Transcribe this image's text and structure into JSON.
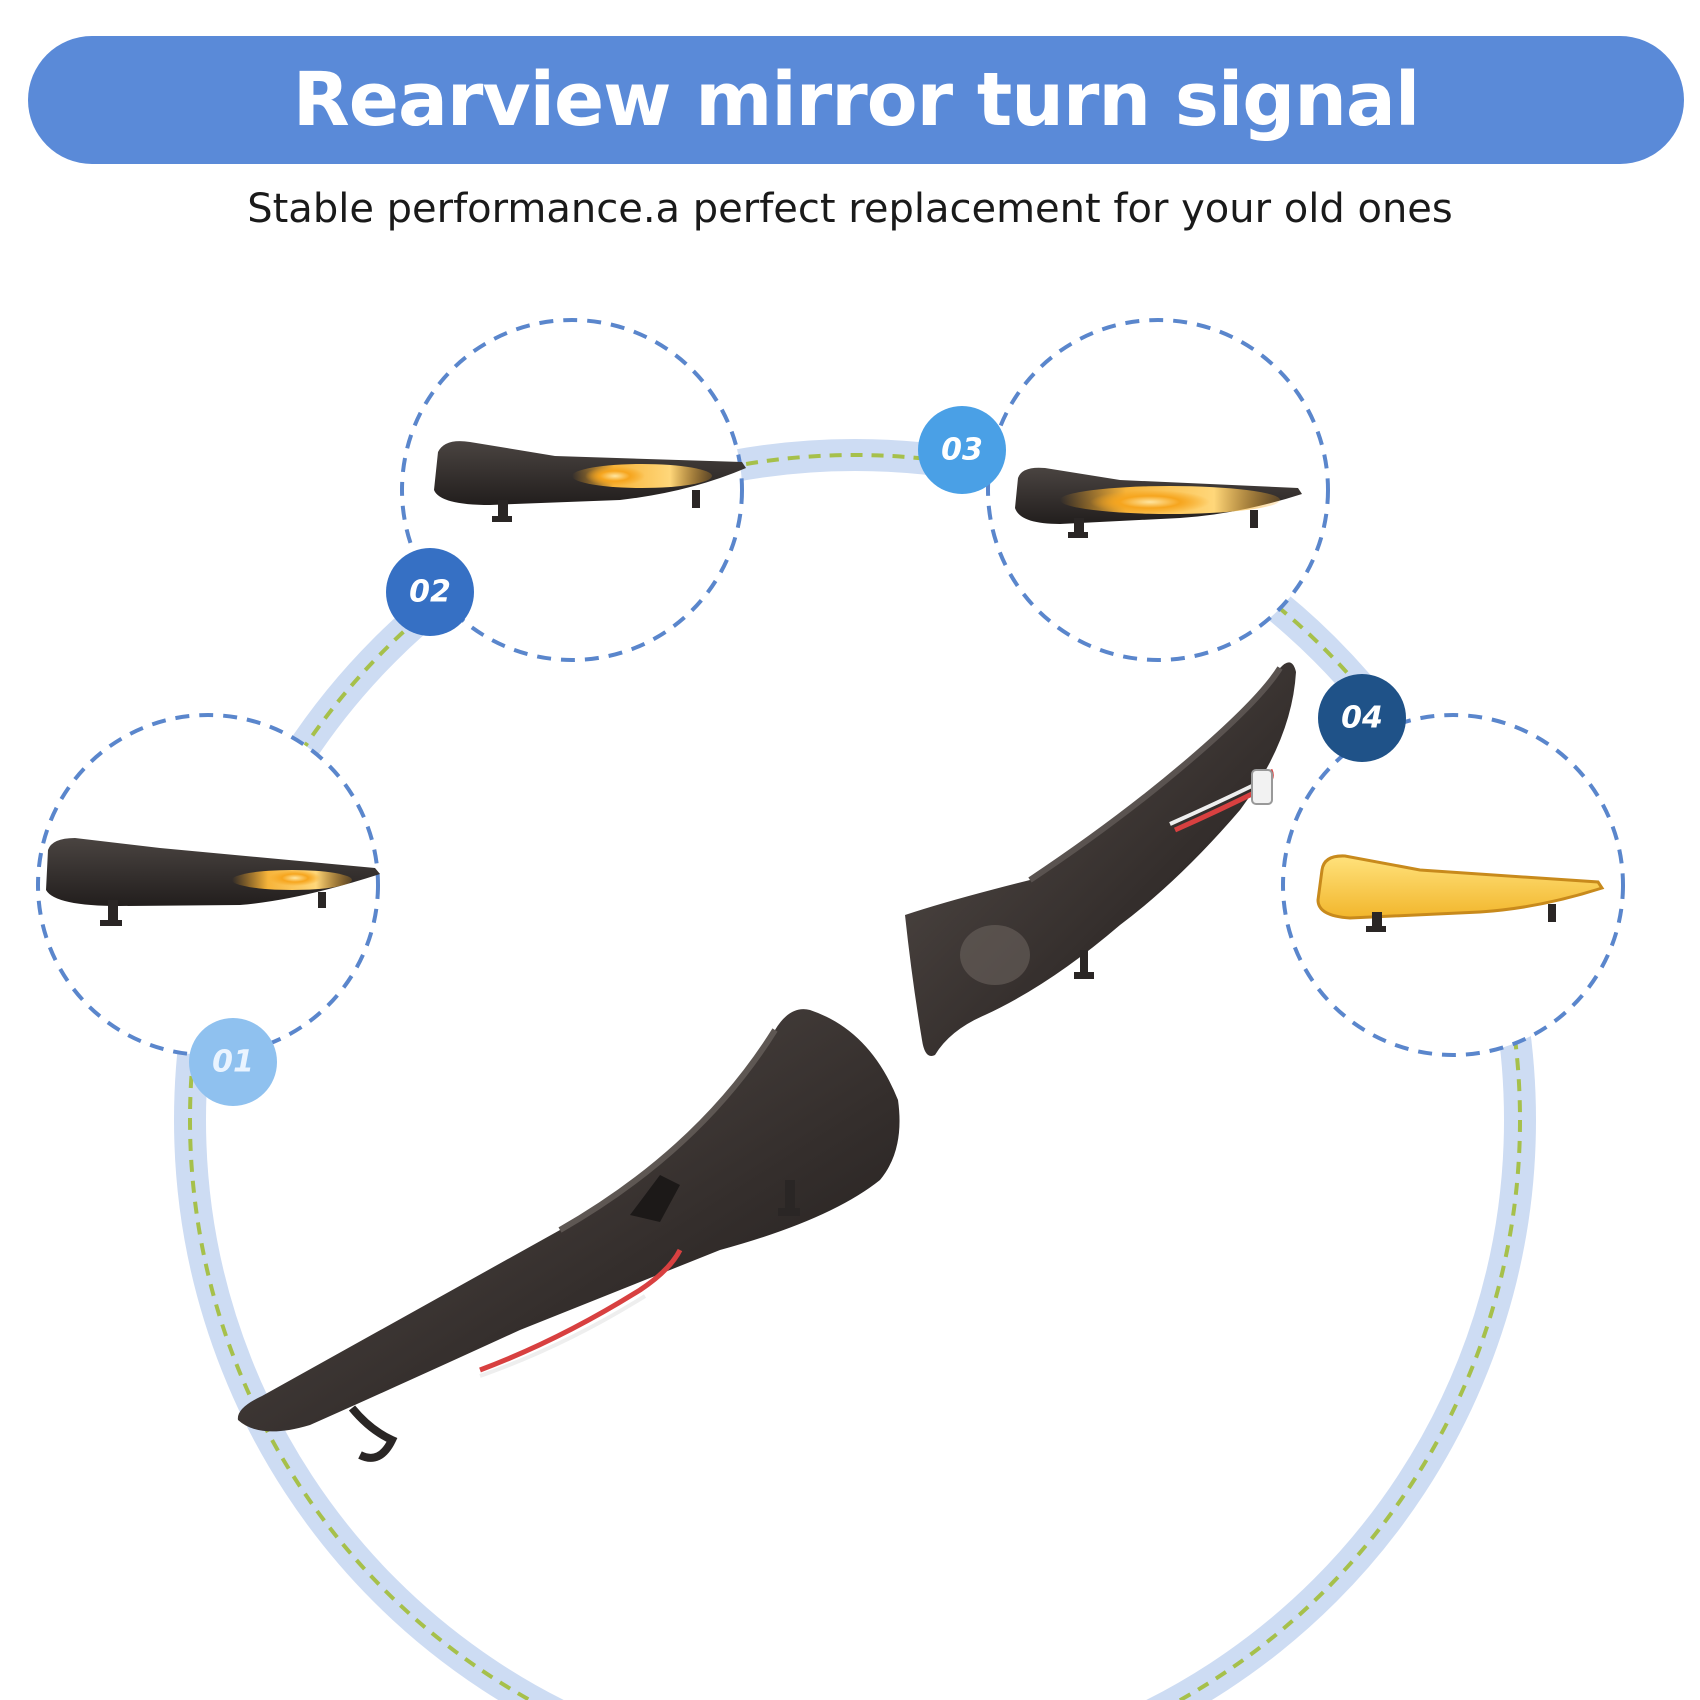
{
  "header": {
    "title": "Rearview mirror turn signal",
    "subtitle": "Stable performance.a perfect replacement for your old ones"
  },
  "steps": [
    {
      "label": "01",
      "color": "#8fc1ef",
      "text_color": "#eaf4ff"
    },
    {
      "label": "02",
      "color": "#3670c4",
      "text_color": "#ffffff"
    },
    {
      "label": "03",
      "color": "#4aa0e6",
      "text_color": "#ffffff"
    },
    {
      "label": "04",
      "color": "#1f5288",
      "text_color": "#ffffff"
    }
  ],
  "colors": {
    "accent_blue": "#5a8ad8",
    "ring_light_blue": "#cddcf3",
    "ring_dash_green": "#a6c04a",
    "circle_dash_blue": "#5a86cc",
    "lens_smoke": "#3b3634",
    "signal_amber": "#f6a51e"
  }
}
